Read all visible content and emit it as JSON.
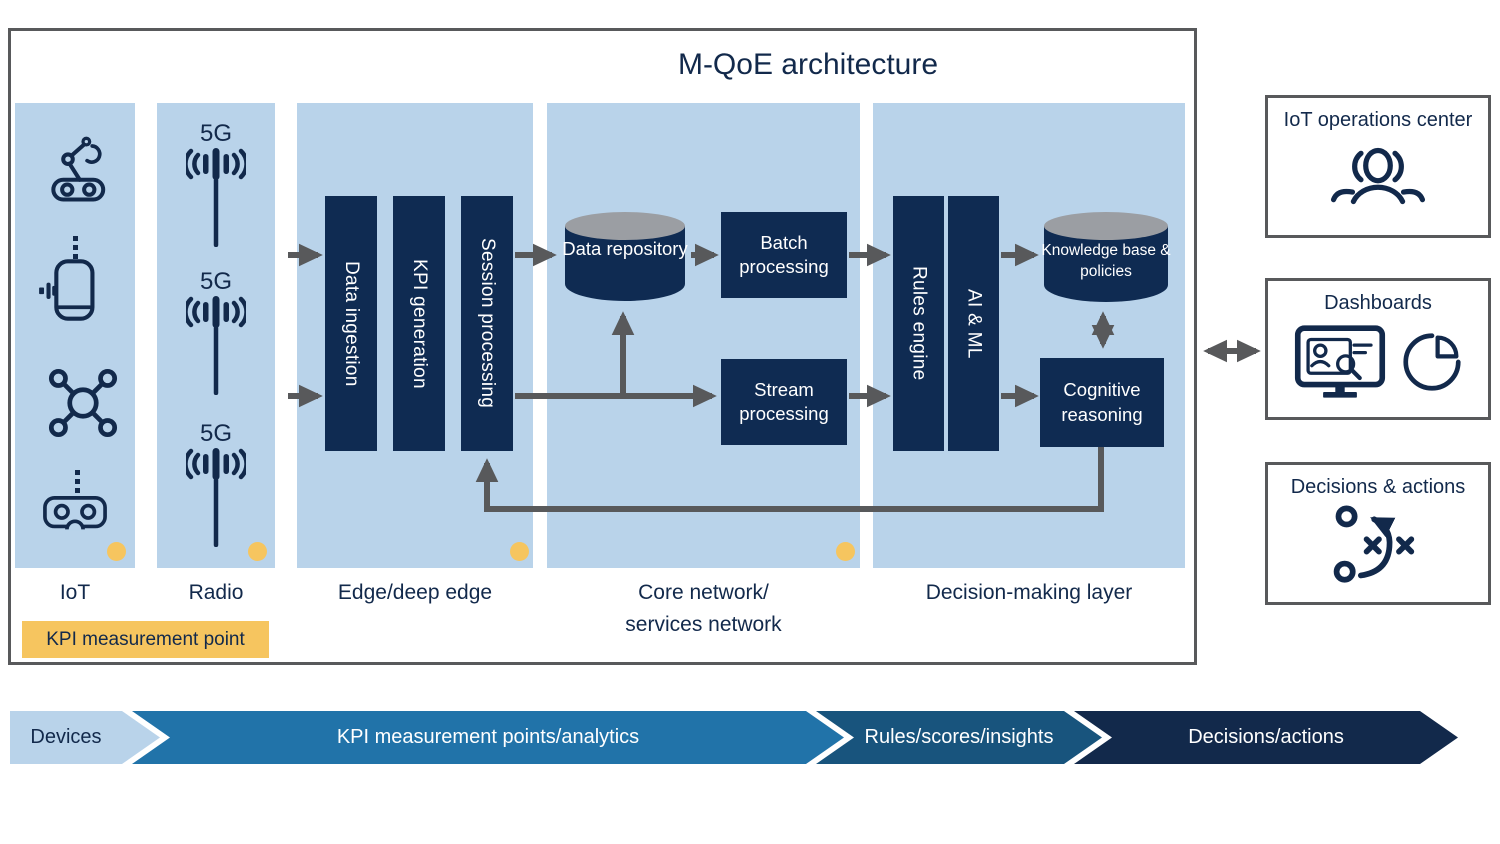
{
  "title": "M-QoE architecture",
  "legend": {
    "label": "KPI measurement point"
  },
  "panels": {
    "iot": {
      "label": "IoT",
      "icons": [
        "robot-arm-icon",
        "more-dots-icon",
        "smart-device-icon",
        "drone-icon",
        "more-dots-icon",
        "vr-goggles-icon"
      ]
    },
    "radio": {
      "label": "Radio",
      "tower_label": "5G",
      "icons": [
        "5g-tower-icon",
        "5g-tower-icon",
        "5g-tower-icon"
      ]
    },
    "edge": {
      "label": "Edge/deep edge",
      "boxes": {
        "ingestion": "Data ingestion",
        "kpi": "KPI generation",
        "session": "Session processing"
      }
    },
    "core": {
      "label_line1": "Core network/",
      "label_line2": "services network",
      "repository": "Data repository",
      "batch": "Batch processing",
      "stream": "Stream processing"
    },
    "decision": {
      "label": "Decision-making layer",
      "rules": "Rules engine",
      "aiml": "AI & ML",
      "knowledge": "Knowledge base & policies",
      "cognitive": "Cognitive reasoning"
    }
  },
  "side_boxes": {
    "operations": {
      "label": "IoT operations center",
      "icon": "people-icon"
    },
    "dashboards": {
      "label": "Dashboards",
      "icons": [
        "monitor-search-icon",
        "pie-chart-icon"
      ]
    },
    "decisions": {
      "label": "Decisions & actions",
      "icon": "strategy-icon"
    }
  },
  "flow_banner": {
    "devices": "Devices",
    "kpi": "KPI measurement points/analytics",
    "rules": "Rules/scores/insights",
    "actions": "Decisions/actions"
  },
  "colors": {
    "navy_text": "#12294B",
    "box_navy": "#0F2B52",
    "panel_blue": "#B9D3EA",
    "arrow_gray": "#58595B",
    "kpi_dot_yellow": "#F6C55F",
    "cylinder_lid_gray": "#9B9EA3",
    "flow_kpi_blue": "#2173A9",
    "flow_rules_blue": "#18547D"
  }
}
